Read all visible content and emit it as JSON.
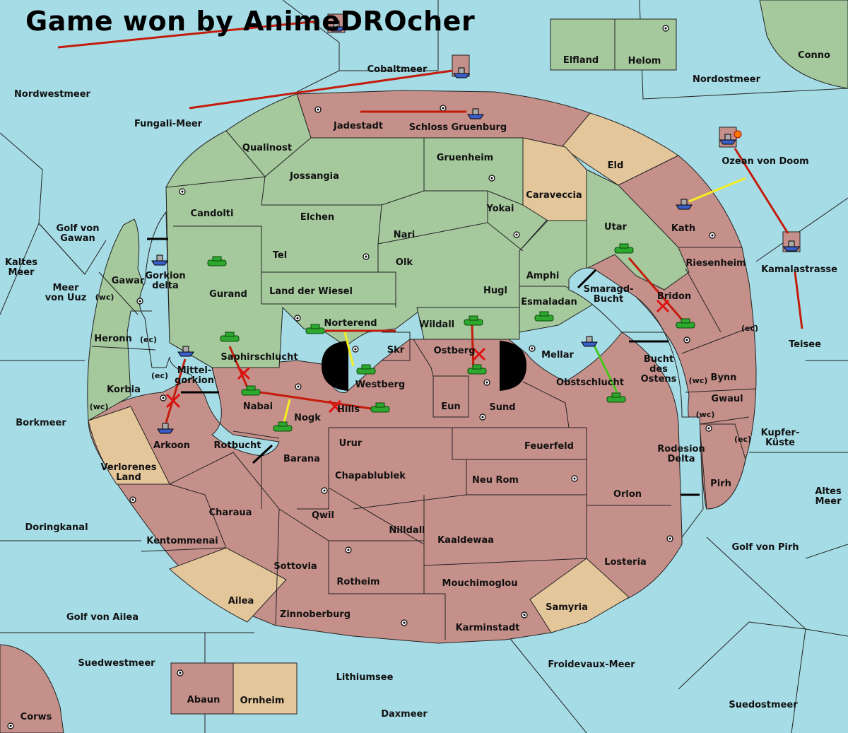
{
  "banner": {
    "text": "Game won by AnimeDROcher"
  },
  "colors": {
    "sea": "#a6dce6",
    "green_player": "#a5c99d",
    "red_player": "#c6908a",
    "neutral": "#e4c69b",
    "order_move": "#c41c0c",
    "order_support": "#f4ee22",
    "order_convoy": "#46c41e",
    "army_icon": "#2ea82e",
    "fleet_icon": "#3a5fc8"
  },
  "labels": {
    "sea": {
      "nordwestmeer": "Nordwestmeer",
      "fungali": "Fungali-Meer",
      "cobaltmeer": "Cobaltmeer",
      "nordostmeer": "Nordostmeer",
      "ozean": "Ozean von Doom",
      "kamalastrasse": "Kamalastrasse",
      "teisee": "Teisee",
      "golf_gawan": "Golf von\nGawan",
      "kaltes": "Kaltes\nMeer",
      "uuz": "Meer\nvon Uuz",
      "gorkion": "Gorkion\ndelta",
      "mittelgorkion": "Mittel-\ngorkion",
      "borkmeer": "Borkmeer",
      "rotbucht": "Rotbucht",
      "doringkanal": "Doringkanal",
      "golf_ailea": "Golf von Ailea",
      "suedwestmeer": "Suedwestmeer",
      "lithiumsee": "Lithiumsee",
      "daxmeer": "Daxmeer",
      "froidevaux": "Froidevaux-Meer",
      "suedostmeer": "Suedostmeer",
      "golf_pirh": "Golf von Pirh",
      "altes": "Altes\nMeer",
      "kupfer": "Kupfer-\nKüste",
      "rodesion": "Rodesion\nDelta",
      "bucht_ostens": "Bucht\ndes\nOstens",
      "smaragd": "Smaragd-\nBucht",
      "westberg": "Westberg",
      "ostberg": "Ostberg"
    },
    "land": {
      "elfland": "Elfland",
      "helom": "Helom",
      "conno": "Conno",
      "jadestadt": "Jadestadt",
      "schloss": "Schloss Gruenburg",
      "eld": "Eld",
      "qualinost": "Qualinost",
      "jossangia": "Jossangia",
      "gruenheim": "Gruenheim",
      "caraveccia": "Caraveccia",
      "candolti": "Candolti",
      "elchen": "Elchen",
      "yokai": "Yokai",
      "nari": "Nari",
      "utar": "Utar",
      "kath": "Kath",
      "tel": "Tel",
      "olk": "Olk",
      "amphi": "Amphi",
      "riesenheim": "Riesenheim",
      "gurand": "Gurand",
      "wiesel": "Land der Wiesel",
      "hugl": "Hugl",
      "gawar": "Gawar",
      "esmaladan": "Esmaladan",
      "bridon": "Bridon",
      "norterend": "Norterend",
      "wildall": "Wildall",
      "heronn": "Heronn",
      "saphirschlucht": "Saphirschlucht",
      "skr": "Skr",
      "mellar": "Mellar",
      "obstschlucht": "Obstschlucht",
      "bynn": "Bynn",
      "gwaul": "Gwaul",
      "korbia": "Korbia",
      "nabai": "Nabai",
      "hills": "Hills",
      "eun": "Eun",
      "sund": "Sund",
      "nogk": "Nogk",
      "arkoon": "Arkoon",
      "urur": "Urur",
      "feuerfeld": "Feuerfeld",
      "verlorenes": "Verlorenes\nLand",
      "barana": "Barana",
      "chapablublek": "Chapablublek",
      "neurom": "Neu Rom",
      "orlon": "Orlon",
      "pirh": "Pirh",
      "charaua": "Charaua",
      "qwil": "Qwil",
      "nilldall": "Nilldall",
      "kaaldewaa": "Kaaldewaa",
      "kentommenai": "Kentommenai",
      "losteria": "Losteria",
      "sottovia": "Sottovia",
      "rotheim": "Rotheim",
      "mouchimoglou": "Mouchimoglou",
      "ailea": "Ailea",
      "samyria": "Samyria",
      "zinnoberburg": "Zinnoberburg",
      "karminstadt": "Karminstadt",
      "abaun": "Abaun",
      "ornheim": "Ornheim",
      "corws": "Corws"
    },
    "coasts": {
      "wc": "(wc)",
      "ec": "(ec)"
    }
  }
}
